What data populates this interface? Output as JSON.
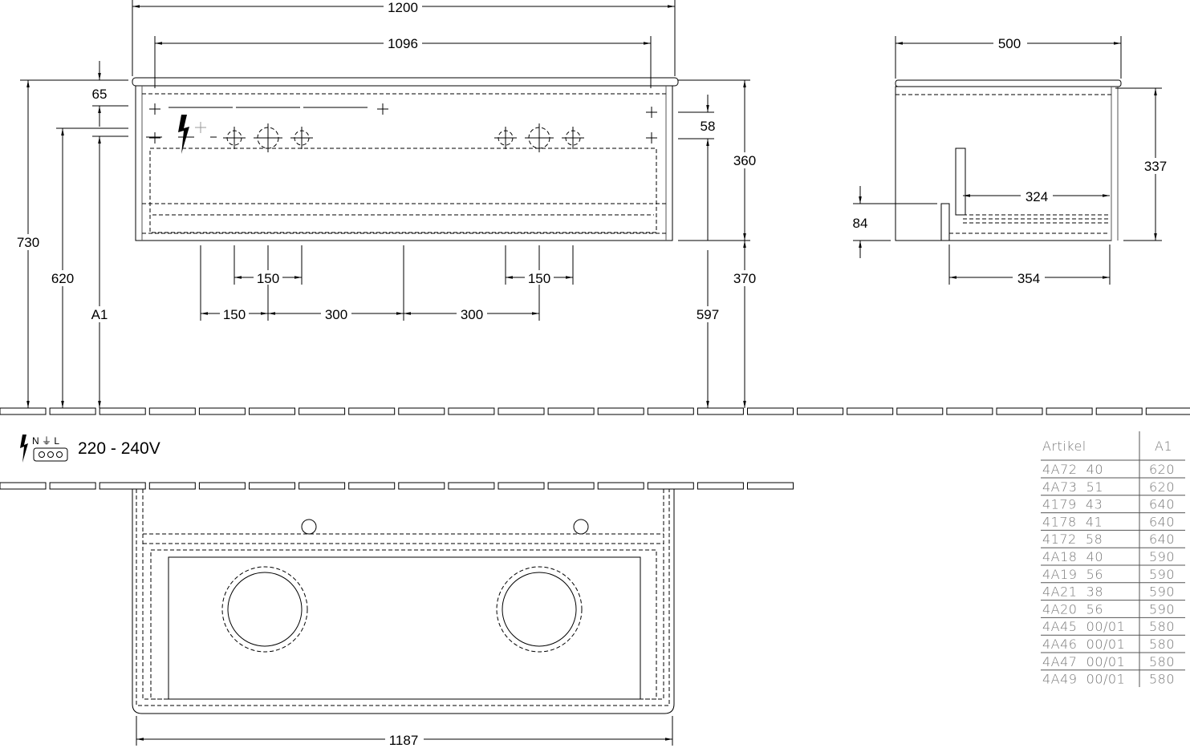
{
  "front_view": {
    "width_total": "1200",
    "width_inner": "1096",
    "top_offset": "65",
    "height_730": "730",
    "height_620": "620",
    "height_a1": "A1",
    "drawer_58": "58",
    "height_360": "360",
    "height_370": "370",
    "height_597": "597",
    "spacing_150_left": "150",
    "spacing_150_right": "150",
    "spacing_150_bottom": "150",
    "spacing_300_a": "300",
    "spacing_300_b": "300"
  },
  "side_view": {
    "depth": "500",
    "height_337": "337",
    "inner_324": "324",
    "height_84": "84",
    "depth_354": "354"
  },
  "top_view": {
    "width": "1187"
  },
  "electrical": {
    "symbol_labels": "N ⏚ L",
    "voltage": "220 - 240V"
  },
  "table": {
    "headers": [
      "Artikel",
      "A1"
    ],
    "rows": [
      [
        "4A72  40",
        "620"
      ],
      [
        "4A73  51",
        "620"
      ],
      [
        "4179  43",
        "640"
      ],
      [
        "4178  41",
        "640"
      ],
      [
        "4172  58",
        "640"
      ],
      [
        "4A18  40",
        "590"
      ],
      [
        "4A19  56",
        "590"
      ],
      [
        "4A21  38",
        "590"
      ],
      [
        "4A20  56",
        "590"
      ],
      [
        "4A45  00/01",
        "580"
      ],
      [
        "4A46  00/01",
        "580"
      ],
      [
        "4A47  00/01",
        "580"
      ],
      [
        "4A49  00/01",
        "580"
      ]
    ]
  }
}
